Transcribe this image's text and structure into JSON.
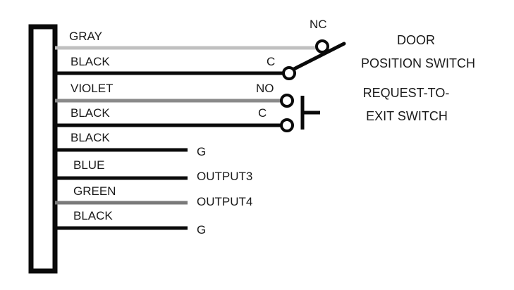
{
  "wires": [
    {
      "label": "GRAY",
      "color": "#c0c0c0",
      "terminal": ""
    },
    {
      "label": "BLACK",
      "color": "#0a0a0a",
      "terminal": "C"
    },
    {
      "label": "VIOLET",
      "color": "#8a8a8a",
      "terminal": "NO"
    },
    {
      "label": "BLACK",
      "color": "#0a0a0a",
      "terminal": "C"
    },
    {
      "label": "BLACK",
      "color": "#0a0a0a",
      "terminal": "G"
    },
    {
      "label": "BLUE",
      "color": "#0a0a0a",
      "terminal": "OUTPUT3"
    },
    {
      "label": "GREEN",
      "color": "#7a7a7a",
      "terminal": "OUTPUT4"
    },
    {
      "label": "BLACK",
      "color": "#0a0a0a",
      "terminal": "G"
    }
  ],
  "door_switch": {
    "nc_label": "NC",
    "title_line1": "DOOR",
    "title_line2": "POSITION SWITCH"
  },
  "rte_switch": {
    "title_line1": "REQUEST-TO-",
    "title_line2": "EXIT SWITCH"
  }
}
